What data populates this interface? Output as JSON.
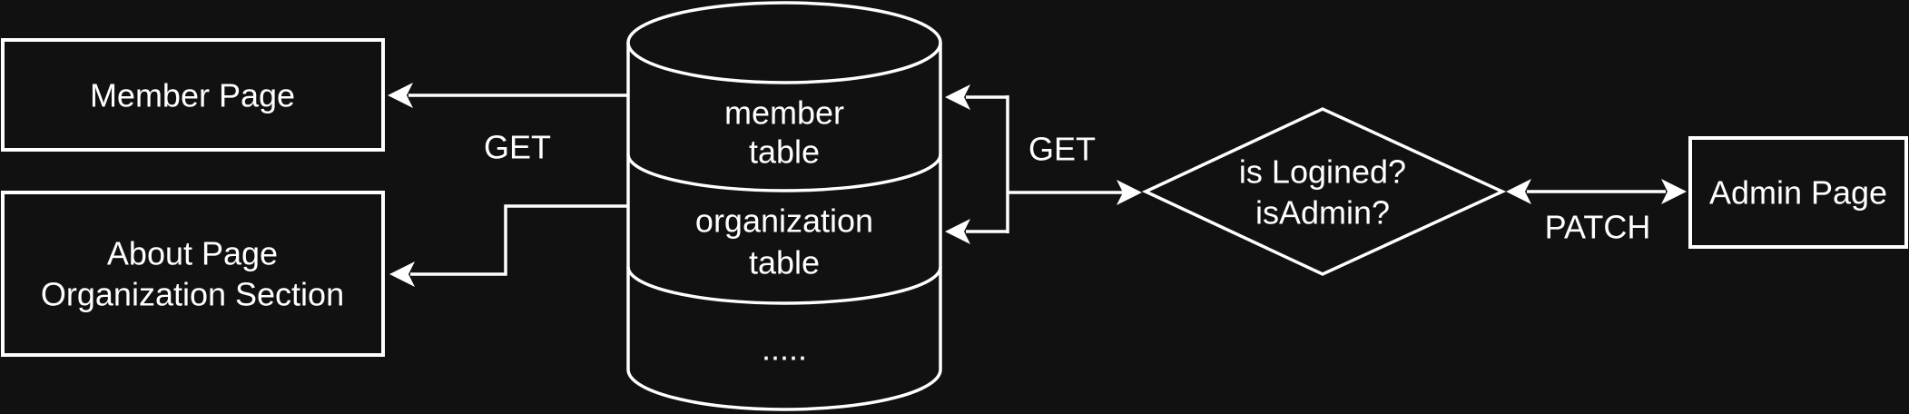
{
  "colors": {
    "background": "#111111",
    "line": "#ffffff",
    "text": "#ffffff"
  },
  "nodes": {
    "member_page": {
      "label": "Member Page"
    },
    "about_page": {
      "line1": "About Page",
      "line2": "Organization Section"
    },
    "admin_page": {
      "label": "Admin Page"
    },
    "decision": {
      "line1": "is Logined?",
      "line2": "isAdmin?"
    },
    "database": {
      "section1": {
        "line1": "member",
        "line2": "table"
      },
      "section2": {
        "line1": "organization",
        "line2": "table"
      },
      "section3": {
        "label": "....."
      }
    }
  },
  "edges": {
    "get_left": {
      "label": "GET"
    },
    "get_right": {
      "label": "GET"
    },
    "patch": {
      "label": "PATCH"
    }
  }
}
